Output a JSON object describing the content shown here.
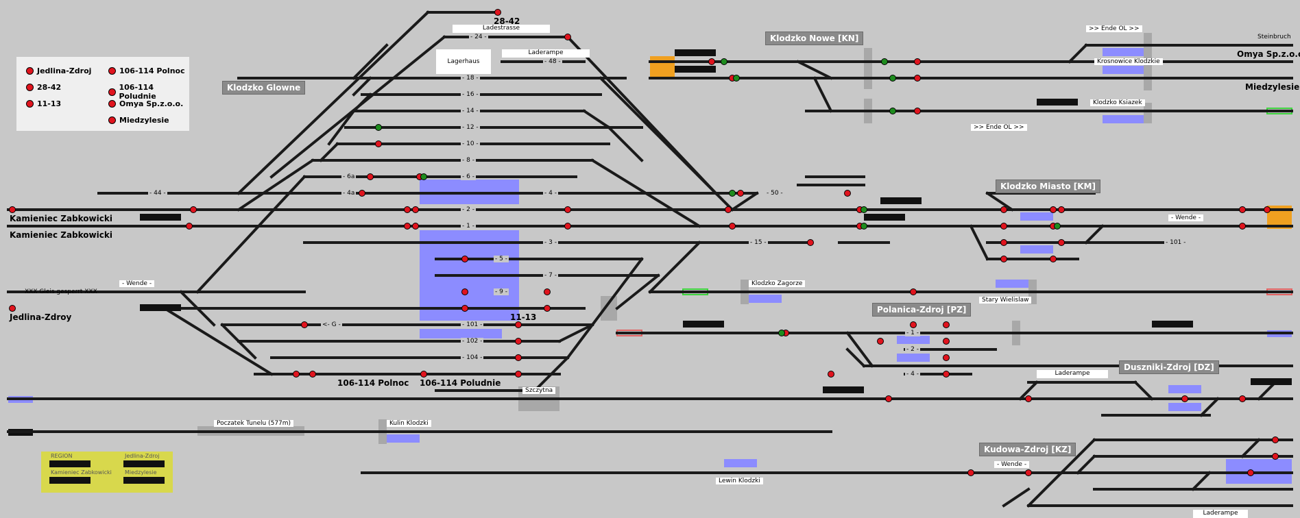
{
  "legend": {
    "items": [
      "Jedlina-Zdroj",
      "106-114 Polnoc",
      "28-42",
      "106-114 Poludnie",
      "11-13",
      "Omya Sp.z.o.o.",
      "Miedzylesie"
    ]
  },
  "stations": {
    "klodzko_glowne": "Klodzko Glowne",
    "klodzko_nowe": "Klodzko Nowe [KN]",
    "klodzko_miasto": "Klodzko Miasto [KM]",
    "polanica": "Polanica-Zdroj [PZ]",
    "duszniki": "Duszniki-Zdroj [DZ]",
    "kudowa": "Kudowa-Zdroj [KZ]"
  },
  "labels": {
    "kamieniec1": "Kamieniec Zabkowicki",
    "kamieniec2": "Kamieniec Zabkowicki",
    "jedlina": "Jedlina-Zdroy",
    "omya": "Omya Sp.z.o.o.",
    "miedzylesie": "Miedzylesie",
    "steinbruch": "Steinbruch",
    "label_28_42": "28-42",
    "label_11_13": "11-13",
    "polnoc": "106-114 Polnoc",
    "poludnie": "106-114 Poludnie",
    "xxx_gleis": "XXX Gleis gesperrt XXX",
    "wende1": "- Wende -",
    "wende2": "- Wende -",
    "wende3": "- Wende -"
  },
  "white_labels": {
    "ladestrasse": "Ladestrasse",
    "lagerhaus": "Lagerhaus",
    "laderampe1": "Laderampe",
    "laderampe2": "Laderampe",
    "laderampe3": "Laderampe",
    "ende1": ">> Ende OL >>",
    "ende2": ">> Ende OL >>",
    "krosnowice": "Krosnowice Klodzkie",
    "ksiazek": "Klodzko Ksiazek",
    "zagorze": "Klodzko Zagorze",
    "wielislaw": "Stary Wielislaw",
    "szczytna": "Szczytna",
    "poczatek": "Poczatek Tunelu (577m)",
    "kulin": "Kulin Klodzki",
    "lewin": "Lewin Klodzki"
  },
  "track_numbers": [
    "- 24 -",
    "- 48 -",
    "- 18 -",
    "- 16 -",
    "- 14 -",
    "- 12 -",
    "- 10 -",
    "- 8 -",
    "- 6 -",
    "- 6a",
    "- 4a",
    "- 44 -",
    "- 4 -",
    "- 2 -",
    "- 1 -",
    "- 3 -",
    "- 5 -",
    "- 7 -",
    "- 9 -",
    "- 101 -",
    "- 102 -",
    "- 104 -",
    "<- G -",
    "- 50 -",
    "- 15 -",
    "- 1 -",
    "- 2 -",
    "- 4 -",
    "- 101 -"
  ],
  "region_box": {
    "region": "REGION",
    "jedlina": "Jedlina-Zdroj",
    "kamieniec": "Kamieniec Zabkowicki",
    "miedzylesie": "Miedzylesie"
  },
  "colors": {
    "background": "#c8c8c8",
    "track": "#1a1a1a",
    "platform": "#8c8cff",
    "signal_red": "#e0141e",
    "signal_green": "#1e8c1e",
    "orange": "#f0a020"
  }
}
